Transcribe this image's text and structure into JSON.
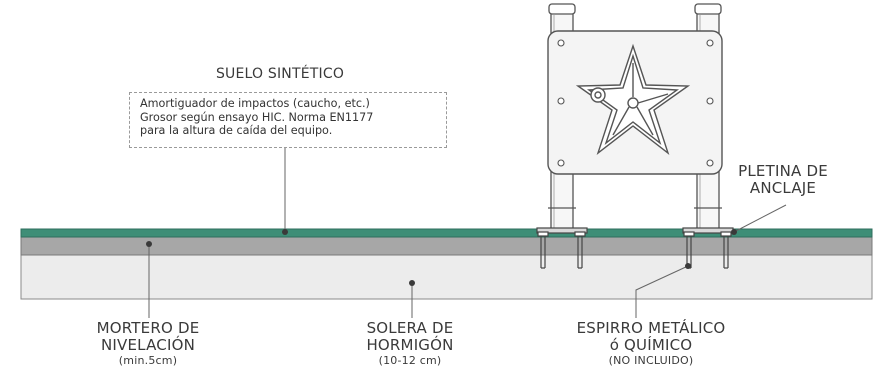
{
  "labels": {
    "suelo_title": "SUELO SINTÉTICO",
    "suelo_note": [
      "Amortiguador de impactos (caucho, etc.)",
      "Grosor según ensayo HIC. Norma EN1177",
      "para la altura de caída del equipo."
    ],
    "pletina": [
      "PLETINA DE",
      "ANCLAJE"
    ],
    "mortero": {
      "lines": [
        "MORTERO DE",
        "NIVELACIÓN"
      ],
      "sub": "(min.5cm)"
    },
    "solera": {
      "lines": [
        "SOLERA DE",
        "HORMIGÓN"
      ],
      "sub": "(10-12 cm)"
    },
    "espirro": {
      "lines": [
        "ESPIRRO METÁLICO",
        "ó QUÍMICO"
      ],
      "sub": "(NO INCLUIDO)"
    }
  },
  "colors": {
    "synthetic_layer": "#3e8e77",
    "mortar_layer": "#a7a7a7",
    "concrete_layer": "#ececec",
    "panel": "#f4f4f4",
    "stroke": "#555555"
  }
}
